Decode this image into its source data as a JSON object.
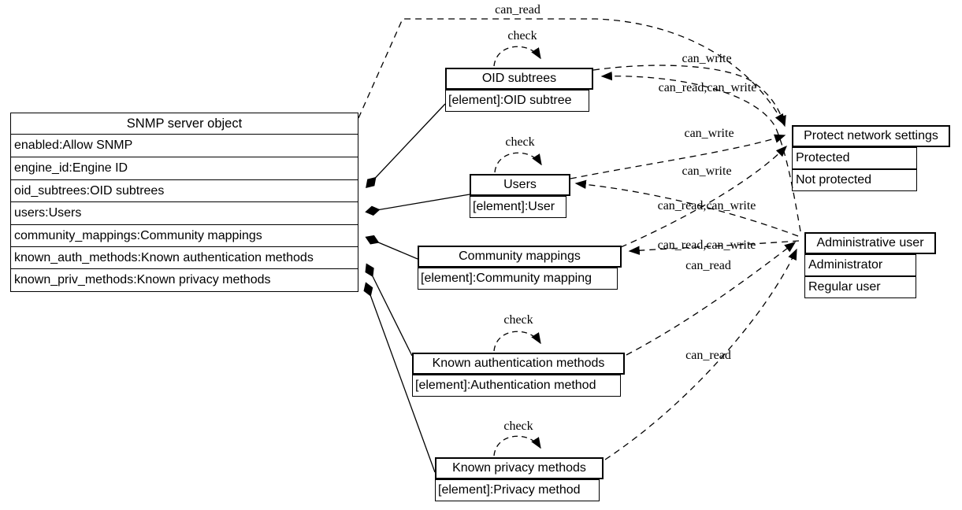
{
  "nodes": {
    "snmp_server": {
      "title": "SNMP server object",
      "rows": [
        "enabled:Allow SNMP",
        "engine_id:Engine ID",
        "oid_subtrees:OID subtrees",
        "users:Users",
        "community_mappings:Community mappings",
        "known_auth_methods:Known authentication methods",
        "known_priv_methods:Known privacy methods"
      ]
    },
    "oid_subtrees": {
      "title": "OID subtrees",
      "rows": [
        "[element]:OID subtree"
      ]
    },
    "users": {
      "title": "Users",
      "rows": [
        "[element]:User"
      ]
    },
    "community_mappings": {
      "title": "Community mappings",
      "rows": [
        "[element]:Community mapping"
      ]
    },
    "known_auth_methods": {
      "title": "Known authentication methods",
      "rows": [
        "[element]:Authentication method"
      ]
    },
    "known_priv_methods": {
      "title": "Known privacy methods",
      "rows": [
        "[element]:Privacy method"
      ]
    },
    "protect_network_settings": {
      "title": "Protect network settings",
      "rows": [
        "Protected",
        "Not protected"
      ]
    },
    "administrative_user": {
      "title": "Administrative user",
      "rows": [
        "Administrator",
        "Regular user"
      ]
    }
  },
  "edge_labels": [
    {
      "text": "can_read"
    },
    {
      "text": "check"
    },
    {
      "text": "check"
    },
    {
      "text": "check"
    },
    {
      "text": "check"
    },
    {
      "text": "can_write"
    },
    {
      "text": "can_read,can_write"
    },
    {
      "text": "can_write"
    },
    {
      "text": "can_write"
    },
    {
      "text": "can_read,can_write"
    },
    {
      "text": "can_read,can_write"
    },
    {
      "text": "can_read"
    },
    {
      "text": "can_read"
    }
  ],
  "colors": {
    "stroke": "#000000",
    "background": "#ffffff"
  }
}
